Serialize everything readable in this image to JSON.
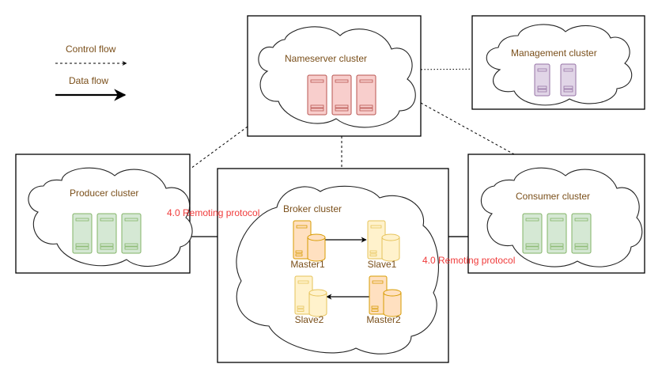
{
  "legend": {
    "control_flow_label": "Control flow",
    "data_flow_label": "Data flow"
  },
  "clusters": {
    "nameserver": {
      "label": "Nameserver cluster",
      "server_count": 3,
      "fill": "#f8cecc",
      "stroke": "#b85450"
    },
    "management": {
      "label": "Management cluster",
      "server_count": 2,
      "fill": "#e1d5e7",
      "stroke": "#9673a6"
    },
    "producer": {
      "label": "Producer cluster",
      "server_count": 3,
      "fill": "#d5e8d4",
      "stroke": "#82b366"
    },
    "consumer": {
      "label": "Consumer cluster",
      "server_count": 3,
      "fill": "#d5e8d4",
      "stroke": "#82b366"
    },
    "broker": {
      "label": "Broker cluster",
      "nodes": [
        {
          "name": "Master1",
          "role": "master"
        },
        {
          "name": "Slave1",
          "role": "slave"
        },
        {
          "name": "Slave2",
          "role": "slave"
        },
        {
          "name": "Master2",
          "role": "master"
        }
      ],
      "replication": [
        {
          "from": "Master1",
          "to": "Slave1"
        },
        {
          "from": "Master2",
          "to": "Slave2"
        }
      ]
    }
  },
  "connections": {
    "producer_protocol_label": "4.0 Remoting protocol",
    "consumer_protocol_label": "4.0 Remoting protocol"
  },
  "colors": {
    "label_text": "#7a4f1a",
    "protocol_text": "#f03b3b",
    "master_fill": "#ffe0c0",
    "master_stroke": "#d79b00",
    "slave_fill": "#fff2cc",
    "slave_stroke": "#e6c35a"
  }
}
